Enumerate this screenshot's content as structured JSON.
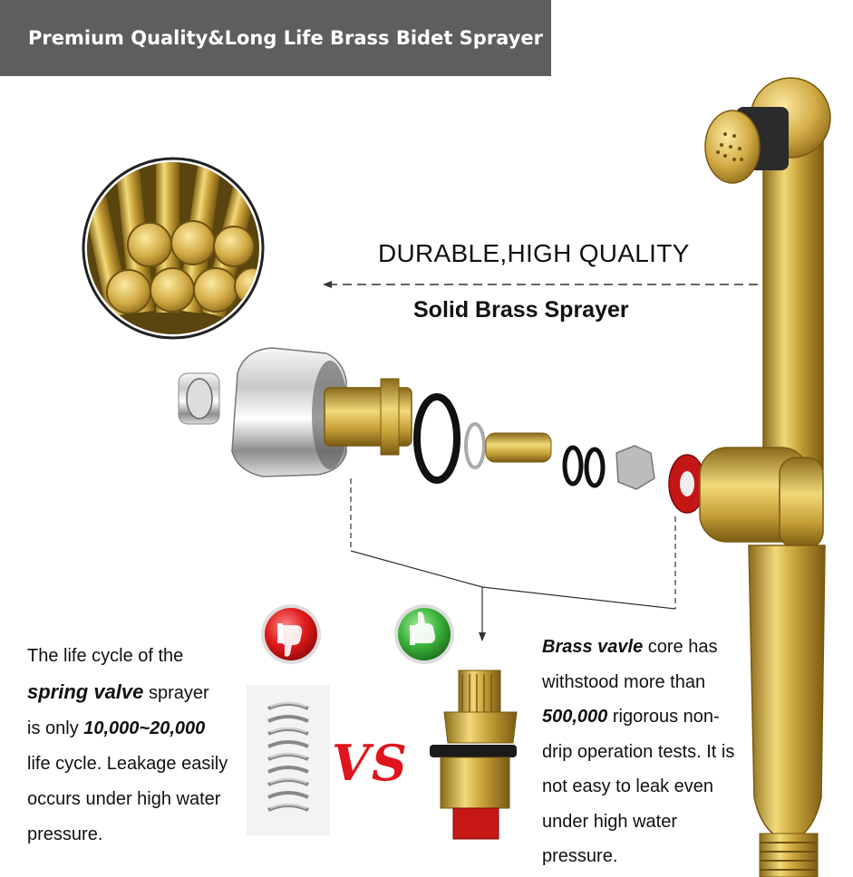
{
  "banner": {
    "title": "Premium Quality&Long Life Brass Bidet Sprayer"
  },
  "headline": "DURABLE,HIGH QUALITY",
  "subheadline": "Solid Brass Sprayer",
  "left_panel": {
    "line1": "The life cycle of the",
    "emphasis1": "spring valve",
    "line2": " sprayer",
    "line3": "is only ",
    "emphasis2": "10,000~20,000",
    "line4": "life cycle. Leakage easily occurs under high water pressure.",
    "icon": "thumbs-down-icon"
  },
  "right_panel": {
    "emphasis1": "Brass vavle",
    "line1": " core has withstood more than ",
    "emphasis2": "500,000",
    "line2": " rigorous non-drip operation tests. It is not easy to leak even under high water pressure.",
    "icon": "thumbs-up-icon"
  },
  "vs_label": "VS",
  "colors": {
    "banner_bg": "#5e5e5e",
    "brass": "#c9a43a",
    "vs_red": "#e0141c",
    "bad_red": "#d9161c",
    "good_green": "#39b039"
  }
}
